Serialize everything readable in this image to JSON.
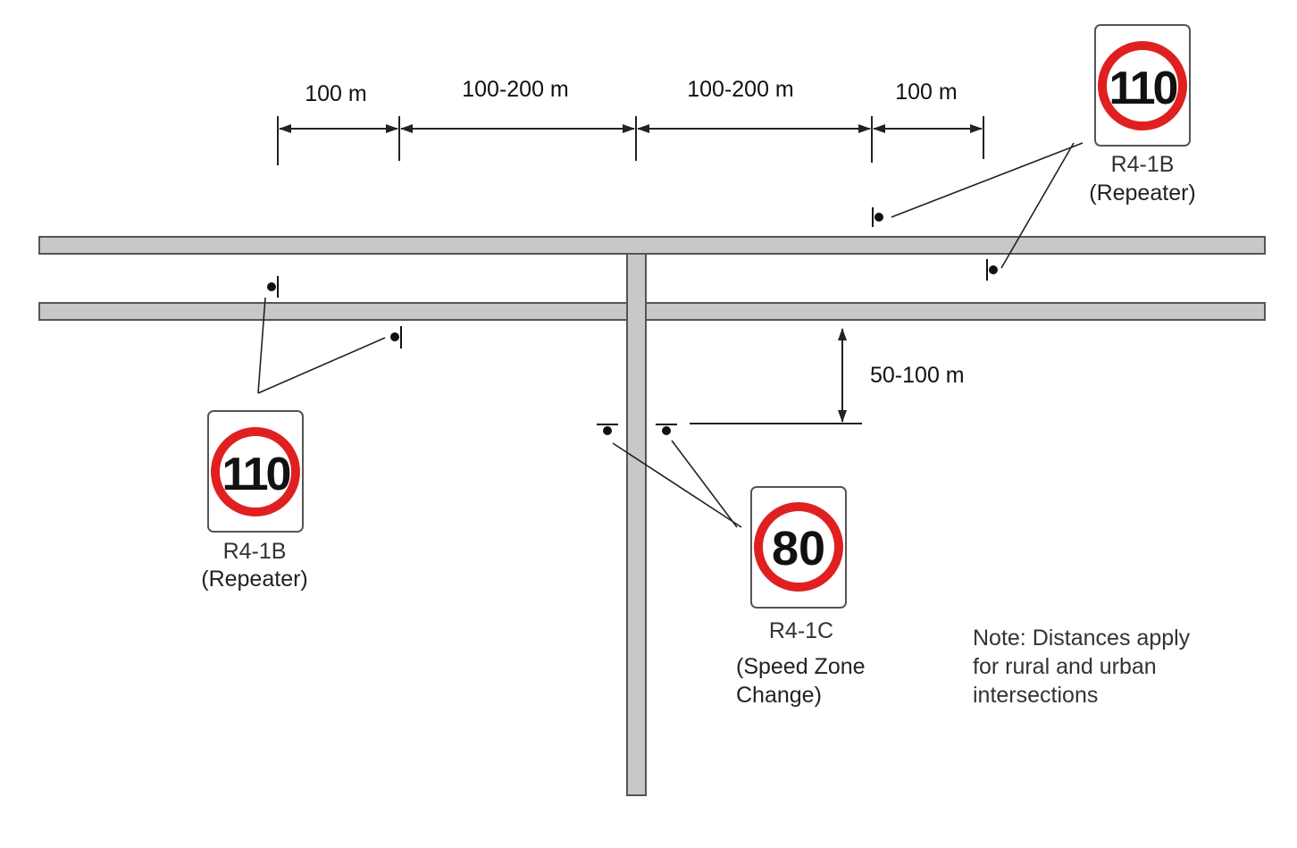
{
  "dimensions": {
    "top": [
      "100 m",
      "100-200 m",
      "100-200 m",
      "100 m"
    ],
    "side": "50-100 m"
  },
  "signs": {
    "repeater_right": {
      "speed": "110",
      "code": "R4-1B",
      "desc": "(Repeater)"
    },
    "repeater_left": {
      "speed": "110",
      "code": "R4-1B",
      "desc": "(Repeater)"
    },
    "zone_change": {
      "speed": "80",
      "code": "R4-1C",
      "desc_line1": "(Speed Zone",
      "desc_line2": "Change)"
    }
  },
  "note": {
    "line1": "Note: Distances apply",
    "line2": "for rural and urban",
    "line3": "intersections"
  },
  "colors": {
    "road_fill": "#c8c8c8",
    "road_edge": "#555555",
    "sign_ring": "#e02020",
    "line": "#222222"
  }
}
